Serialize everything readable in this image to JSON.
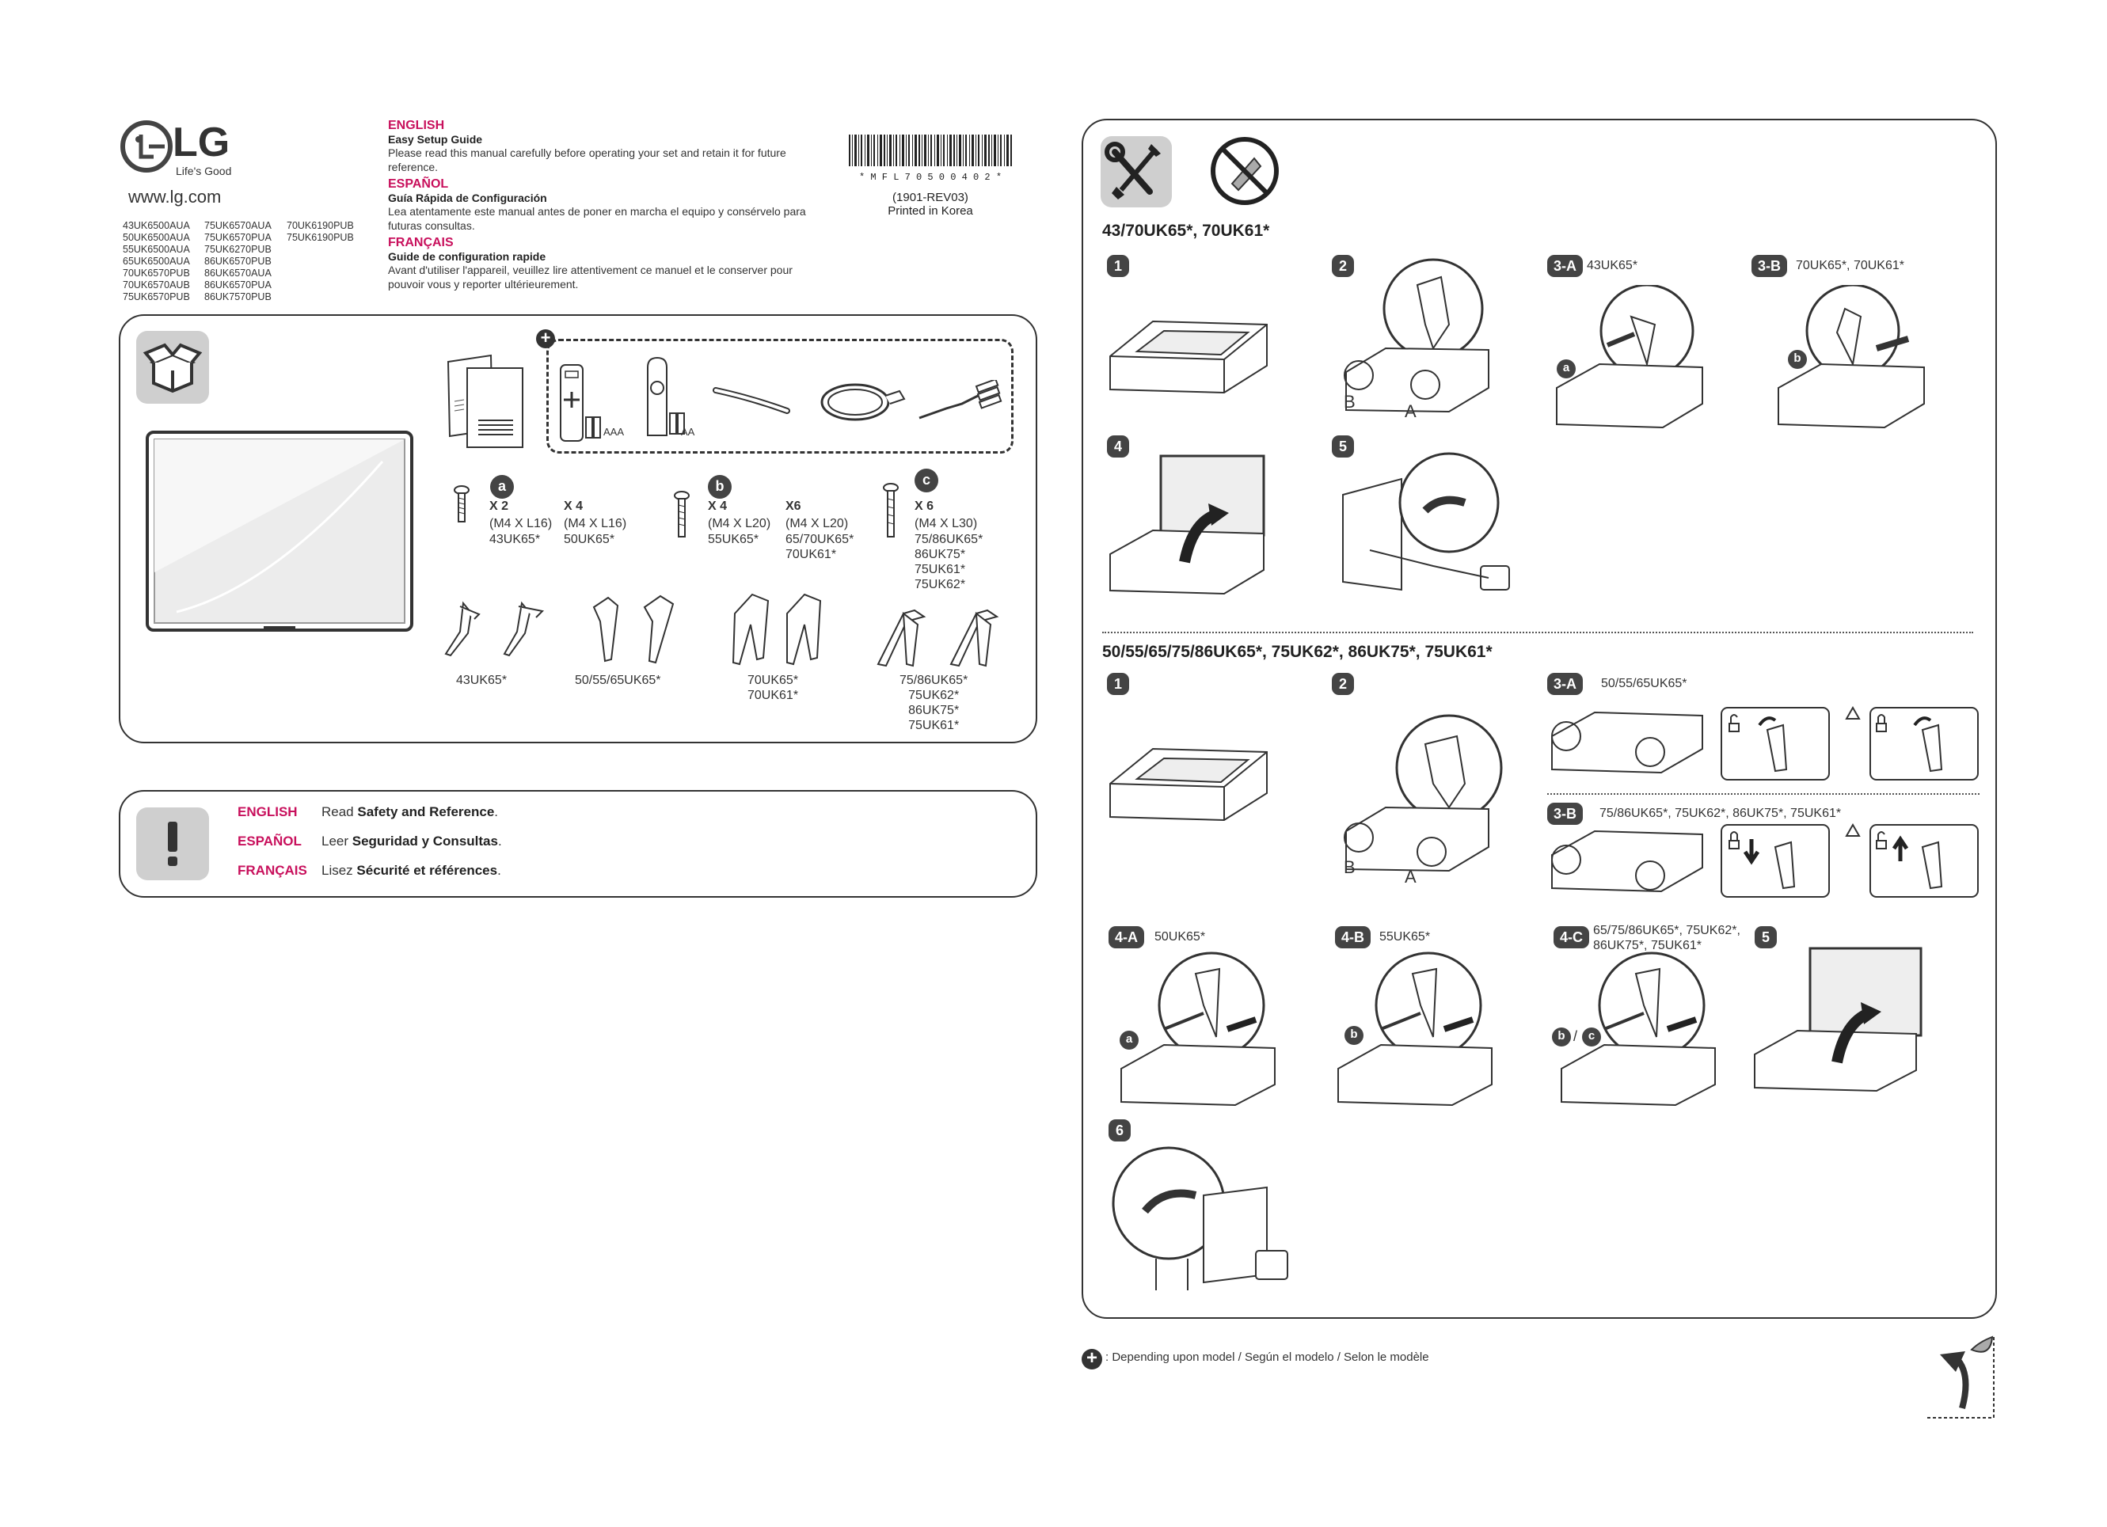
{
  "brand": {
    "logo_text": "LG",
    "tagline": "Life's Good",
    "website": "www.lg.com"
  },
  "models": {
    "col1": [
      "43UK6500AUA",
      "50UK6500AUA",
      "55UK6500AUA",
      "65UK6500AUA",
      "70UK6570PUB",
      "70UK6570AUB",
      "75UK6570PUB"
    ],
    "col2": [
      "75UK6570AUA",
      "75UK6570PUA",
      "75UK6270PUB",
      "86UK6570PUB",
      "86UK6570AUA",
      "86UK6570PUA",
      "86UK7570PUB"
    ],
    "col3": [
      "70UK6190PUB",
      "75UK6190PUB"
    ]
  },
  "intro": {
    "en_title": "ENGLISH",
    "en_sub": "Easy Setup Guide",
    "en_body": "Please read this manual carefully before operating your set and retain it for future reference.",
    "es_title": "ESPAÑOL",
    "es_sub": "Guía Rápida de Configuración",
    "es_body": "Lea atentamente este manual antes de poner en marcha el equipo y consérvelo para futuras consultas.",
    "fr_title": "FRANÇAIS",
    "fr_sub": "Guide de configuration rapide",
    "fr_body": "Avant d'utiliser l'appareil, veuillez lire attentivement ce manuel et le conserver pour pouvoir vous y reporter ultérieurement."
  },
  "barcode": {
    "code": "* M F L 7 0 5 0 0 4 0 2 *",
    "rev": "(1901-REV03)",
    "printed": "Printed in Korea"
  },
  "accessories": {
    "batt_aaa": "AAA",
    "batt_aa": "AA",
    "screws": [
      {
        "letter": "a",
        "qty1": "X 2",
        "spec1": "(M4 X L16)",
        "models1": "43UK65*",
        "qty2": "X 4",
        "spec2": "(M4 X L16)",
        "models2": "50UK65*"
      },
      {
        "letter": "b",
        "qty1": "X 4",
        "spec1": "(M4 X L20)",
        "models1": "55UK65*",
        "qty2": "X6",
        "spec2": "(M4 X L20)",
        "models2": "65/70UK65*\n70UK61*"
      },
      {
        "letter": "c",
        "qty1": "X 6",
        "spec1": "(M4 X L30)",
        "models1": "75/86UK65*\n86UK75*\n75UK61*\n75UK62*"
      }
    ],
    "stands": [
      "43UK65*",
      "50/55/65UK65*",
      "70UK65*\n70UK61*",
      "75/86UK65*\n75UK62*\n86UK75*\n75UK61*"
    ]
  },
  "safety": [
    {
      "lang": "ENGLISH",
      "pre": "Read ",
      "bold": "Safety and Reference",
      "post": "."
    },
    {
      "lang": "ESPAÑOL",
      "pre": "Leer ",
      "bold": "Seguridad y Consultas",
      "post": "."
    },
    {
      "lang": "FRANÇAIS",
      "pre": "Lisez ",
      "bold": "Sécurité et références",
      "post": "."
    }
  ],
  "section1": {
    "heading": "43/70UK65*, 70UK61*",
    "steps": {
      "s1": "1",
      "s2": "2",
      "s3a": "3-A",
      "s3a_lbl": "43UK65*",
      "s3b": "3-B",
      "s3b_lbl": "70UK65*, 70UK61*",
      "s4": "4",
      "s5": "5"
    },
    "callouts": {
      "B": "B",
      "A": "A",
      "a": "a",
      "b": "b"
    }
  },
  "section2": {
    "heading": "50/55/65/75/86UK65*, 75UK62*, 86UK75*, 75UK61*",
    "steps": {
      "s1": "1",
      "s2": "2",
      "s3a": "3-A",
      "s3a_lbl": "50/55/65UK65*",
      "s3b": "3-B",
      "s3b_lbl": "75/86UK65*, 75UK62*, 86UK75*, 75UK61*",
      "s4a": "4-A",
      "s4a_lbl": "50UK65*",
      "s4b": "4-B",
      "s4b_lbl": "55UK65*",
      "s4c": "4-C",
      "s4c_lbl1": "65/75/86UK65*, 75UK62*,",
      "s4c_lbl2": "86UK75*, 75UK61*",
      "s5": "5",
      "s6": "6"
    },
    "callouts": {
      "B": "B",
      "A": "A",
      "a": "a",
      "b": "b",
      "c": "c",
      "slash": "/"
    }
  },
  "footer": {
    "note": ": Depending upon model / Según el modelo / Selon le modèle"
  }
}
